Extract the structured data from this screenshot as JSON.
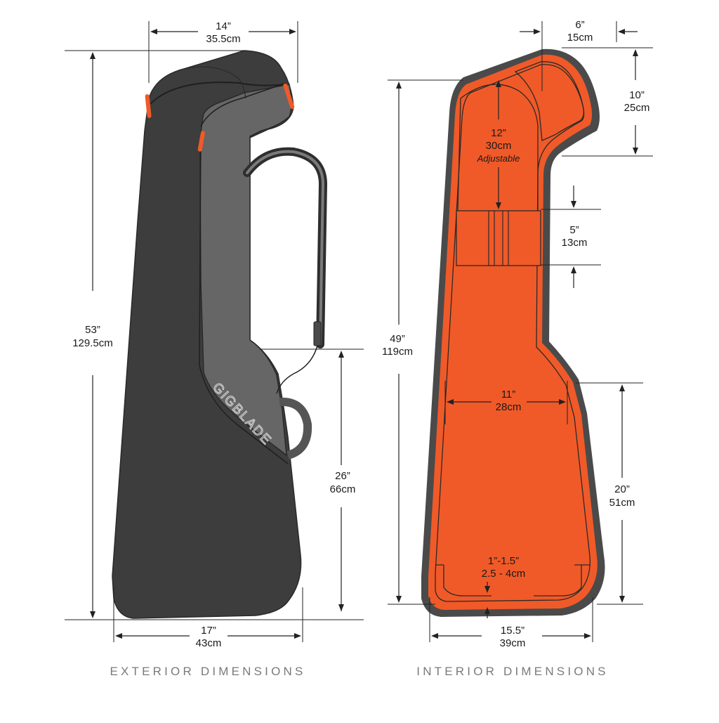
{
  "colors": {
    "exterior_dark": "#3d3d3d",
    "exterior_panel": "#666666",
    "accent_orange": "#f05a28",
    "interior_outline": "#4a4a4a",
    "caption_gray": "#7a7a7a"
  },
  "exterior": {
    "brand_logo_text": "GIGBLADE",
    "caption": "EXTERIOR DIMENSIONS",
    "dimensions": {
      "headstock_width": {
        "imperial": "14”",
        "metric": "35.5cm"
      },
      "total_length": {
        "imperial": "53”",
        "metric": "129.5cm"
      },
      "body_length": {
        "imperial": "26”",
        "metric": "66cm"
      },
      "bottom_width": {
        "imperial": "17”",
        "metric": "43cm"
      }
    }
  },
  "interior": {
    "caption": "INTERIOR DIMENSIONS",
    "dimensions": {
      "headstock_width": {
        "imperial": "6”",
        "metric": "15cm"
      },
      "headstock_length": {
        "imperial": "10”",
        "metric": "25cm"
      },
      "neck_length": {
        "imperial": "12”",
        "metric": "30cm",
        "note": "Adjustable"
      },
      "neck_support": {
        "imperial": "5”",
        "metric": "13cm"
      },
      "total_length": {
        "imperial": "49”",
        "metric": "119cm"
      },
      "body_width": {
        "imperial": "11”",
        "metric": "28cm"
      },
      "body_length": {
        "imperial": "20”",
        "metric": "51cm"
      },
      "padding": {
        "imperial": "1”-1.5”",
        "metric": "2.5 - 4cm"
      },
      "bottom_width": {
        "imperial": "15.5”",
        "metric": "39cm"
      }
    }
  }
}
